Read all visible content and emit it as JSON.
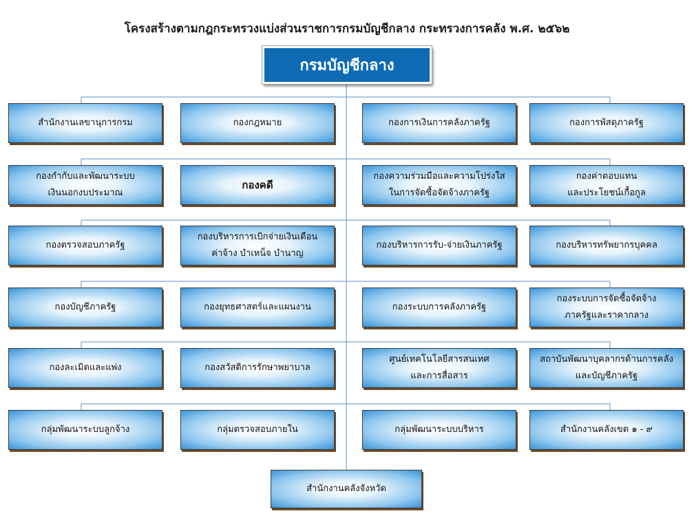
{
  "title": "โครงสร้างตามกฎกระทรวงแบ่งส่วนราชการกรมบัญชีกลาง กระทรวงการคลัง พ.ศ. ๒๕๖๒",
  "head_unit": "กรมบัญชีกลาง",
  "rows": [
    [
      "สำนักงานเลขานุการกรม",
      "กองกฎหมาย",
      "กองการเงินการคลังภาครัฐ",
      "กองการพัสดุภาครัฐ"
    ],
    [
      "กองกำกับและพัฒนาระบบ\nเงินนอกงบประมาณ",
      "กองคดี",
      "กองความร่วมมือและความโปร่งใส\nในการจัดซื้อจัดจ้างภาครัฐ",
      "กองค่าตอบแทน\nและประโยชน์เกื้อกูล"
    ],
    [
      "กองตรวจสอบภาครัฐ",
      "กองบริหารการเบิกจ่ายเงินเดือน\nค่าจ้าง บำเหน็จ บำนาญ",
      "กองบริหารการรับ-จ่ายเงินภาครัฐ",
      "กองบริหารทรัพยากรบุคคล"
    ],
    [
      "กองบัญชีภาครัฐ",
      "กองยุทธศาสตร์และแผนงาน",
      "กองระบบการคลังภาครัฐ",
      "กองระบบการจัดซื้อจัดจ้าง\nภาครัฐและราคากลาง"
    ],
    [
      "กองละเมิดและแพ่ง",
      "กองสวัสดิการรักษาพยาบาล",
      "ศูนย์เทคโนโลยีสารสนเทศ\nและการสื่อสาร",
      "สถาบันพัฒนาบุคลากรด้านการคลัง\nและบัญชีภาครัฐ"
    ],
    [
      "กลุ่มพัฒนาระบบลูกจ้าง",
      "กลุ่มตรวจสอบภายใน",
      "กลุ่มพัฒนาระบบบริหาร",
      "สำนักงานคลังเขต ๑ - ๙"
    ]
  ],
  "bottom_unit": "สำนักงานคลังจังหวัด"
}
